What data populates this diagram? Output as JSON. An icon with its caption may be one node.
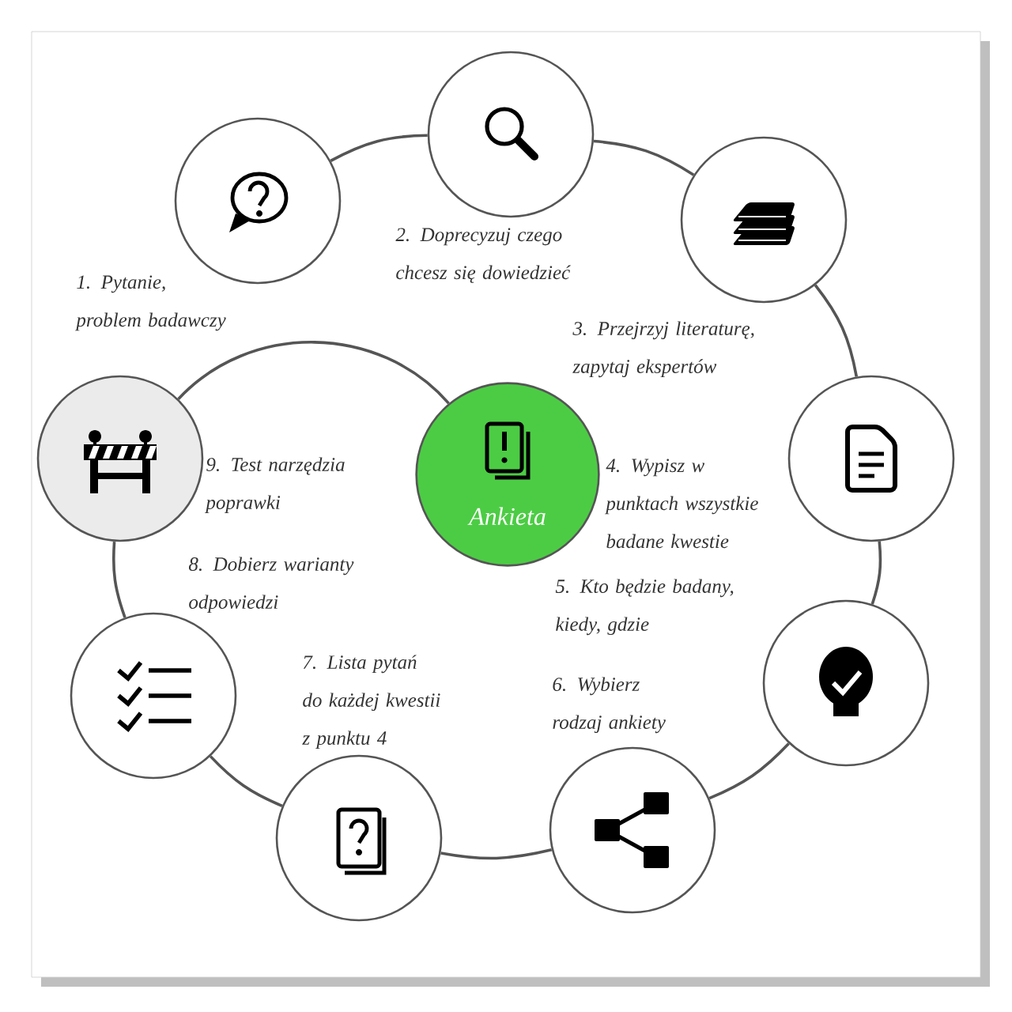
{
  "diagram": {
    "nodes": [
      {
        "text": [],
        "shape": "circle"
      },
      {
        "text": [],
        "shape": "circle"
      },
      {
        "text": [],
        "shape": "circle"
      },
      {
        "text": [],
        "shape": "circle"
      },
      {
        "text": [],
        "shape": "circle"
      },
      {
        "text": [],
        "shape": "circle"
      },
      {
        "text": [],
        "shape": "circle"
      },
      {
        "text": [],
        "shape": "circle"
      },
      {
        "text": [],
        "shape": "circle"
      },
      {
        "text": [
          "Ankieta"
        ]
      }
    ],
    "edges": [
      {
        "from": 0,
        "to": 1,
        "arrow": "none"
      },
      {
        "from": 1,
        "to": 2,
        "arrow": "none"
      },
      {
        "from": 2,
        "to": 3,
        "arrow": "none"
      },
      {
        "from": 3,
        "to": 4,
        "arrow": "none"
      },
      {
        "from": 4,
        "to": 5,
        "arrow": "none"
      },
      {
        "from": 5,
        "to": 6,
        "arrow": "none"
      },
      {
        "from": 6,
        "to": 7,
        "arrow": "none"
      },
      {
        "from": 7,
        "to": 8,
        "arrow": "none"
      },
      {
        "from": 8,
        "to": 9,
        "arrow": "none"
      }
    ],
    "labels": [
      "1. Pytanie, problem badawczy",
      "2. Doprecyzuj czego chcesz się dowiedzieć",
      "3. Przejrzyj literaturę, zapytaj ekspertów",
      "4. Wypisz w punktach wszystkie badane kwestie",
      "5. Kto będzie badany, kiedy, gdzie",
      "6. Wybierz rodzaj ankiety",
      "7. Lista pytań do każdej kwestii z punktu 4",
      "8. Dobierz warianty odpowiedzi",
      "9. Test narzędzia poprawki"
    ]
  }
}
